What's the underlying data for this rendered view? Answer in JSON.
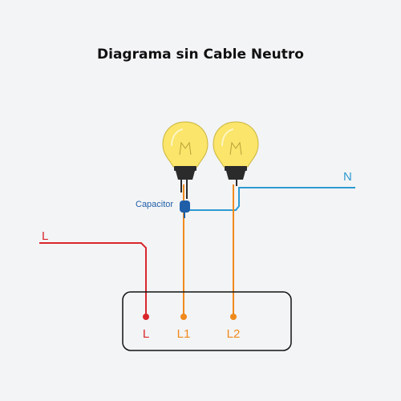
{
  "title": "Diagrama sin Cable Neutro",
  "labels": {
    "capacitor": "Capacitor",
    "neutral": "N",
    "line": "L",
    "terminal_l": "L",
    "terminal_l1": "L1",
    "terminal_l2": "L2"
  },
  "colors": {
    "background": "#f3f4f6",
    "line_wire": "#d9262b",
    "neutral_wire": "#2d9ad1",
    "switched_wire": "#f08a1c",
    "capacitor": "#1f5fa8",
    "bulb": "#fbe56a",
    "bulb_socket": "#2b2b2b",
    "switch_box_border": "#111111"
  }
}
